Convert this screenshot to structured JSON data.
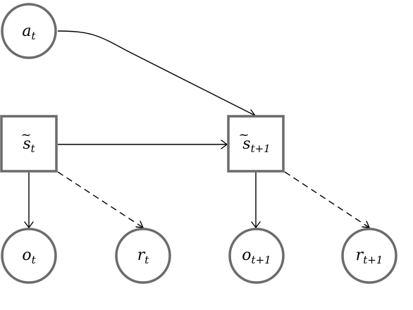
{
  "nodes": {
    "a_t": {
      "base": "a",
      "sub": "t"
    },
    "s_t": {
      "base": "s",
      "tilde": "~",
      "sub": "t"
    },
    "s_t1": {
      "base": "s",
      "tilde": "~",
      "sub": "t+1"
    },
    "o_t": {
      "base": "o",
      "sub": "t"
    },
    "r_t": {
      "base": "r",
      "sub": "t"
    },
    "o_t1": {
      "base": "o",
      "sub": "t+1"
    },
    "r_t1": {
      "base": "r",
      "sub": "t+1"
    }
  },
  "colors": {
    "node_border": "#6b6b6b",
    "edge": "#000000",
    "background": "#ffffff"
  },
  "edges": [
    {
      "from": "a_t",
      "to": "s_t1",
      "style": "solid",
      "shape": "curve"
    },
    {
      "from": "s_t",
      "to": "s_t1",
      "style": "solid"
    },
    {
      "from": "s_t",
      "to": "o_t",
      "style": "solid"
    },
    {
      "from": "s_t",
      "to": "r_t",
      "style": "dashed"
    },
    {
      "from": "s_t1",
      "to": "o_t1",
      "style": "solid"
    },
    {
      "from": "s_t1",
      "to": "r_t1",
      "style": "dashed"
    }
  ]
}
